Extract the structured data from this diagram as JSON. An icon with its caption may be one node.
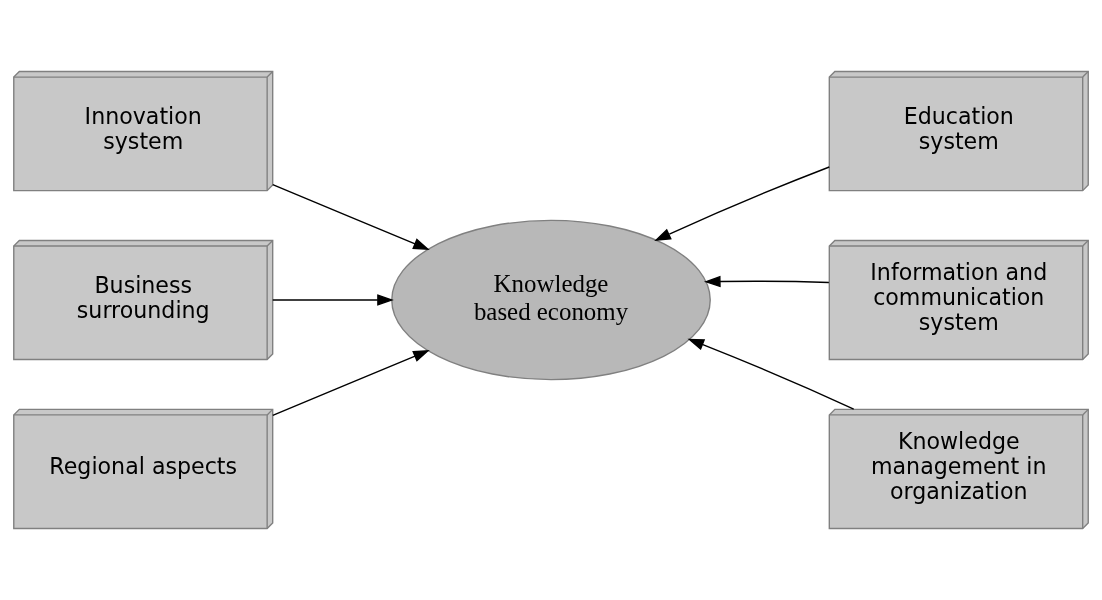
{
  "diagram": {
    "nodes": [
      {
        "text": [
          "Innovation system"
        ]
      },
      {
        "text": [
          "Education system"
        ]
      },
      {
        "text": [
          "Business surrounding"
        ]
      },
      {
        "text": [
          "Knowledge based economy"
        ]
      },
      {
        "text": [
          "Information and communication system"
        ]
      },
      {
        "text": [
          "Regional aspects"
        ]
      },
      {
        "text": [
          "Knowledge management in organization"
        ]
      }
    ],
    "edges": [
      {
        "from": 0,
        "to": 3,
        "arrow": "to"
      },
      {
        "from": 1,
        "to": 3,
        "arrow": "to"
      },
      {
        "from": 2,
        "to": 3,
        "arrow": "to"
      },
      {
        "from": 4,
        "to": 3,
        "arrow": "to"
      },
      {
        "from": 5,
        "to": 3,
        "arrow": "to"
      },
      {
        "from": 6,
        "to": 3,
        "arrow": "to"
      }
    ]
  }
}
